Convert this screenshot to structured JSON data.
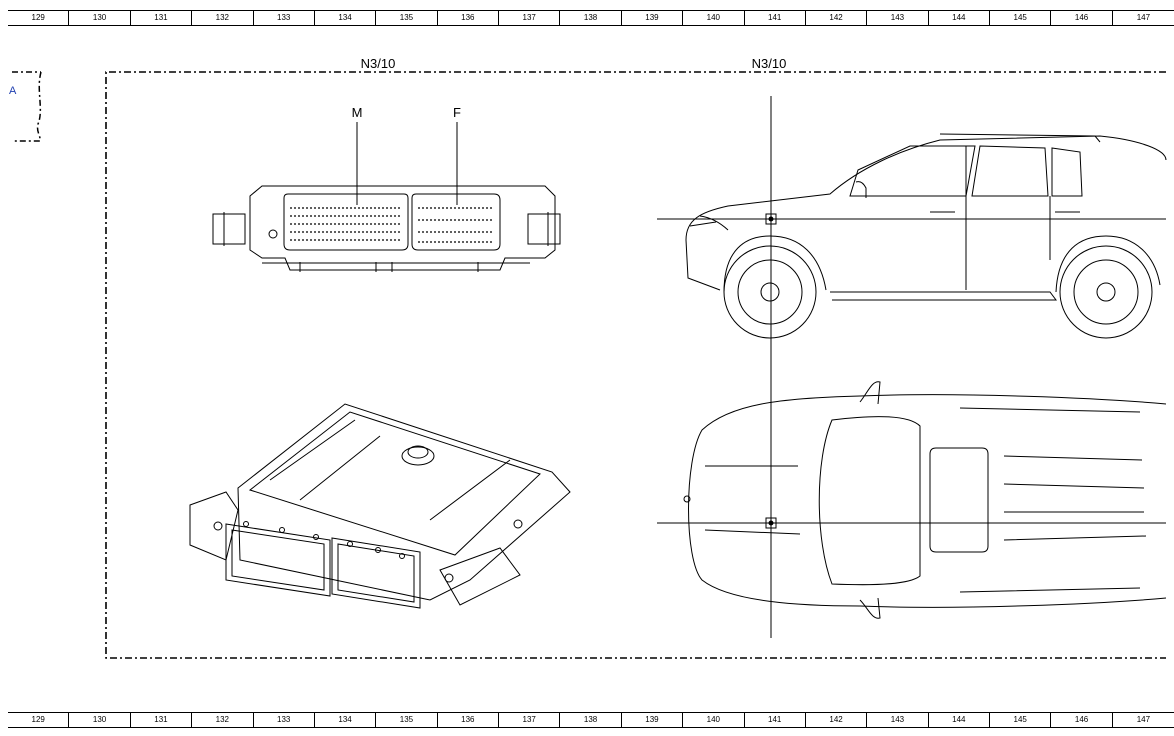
{
  "ruler": {
    "columns": [
      "129",
      "130",
      "131",
      "132",
      "133",
      "134",
      "135",
      "136",
      "137",
      "138",
      "139",
      "140",
      "141",
      "142",
      "143",
      "144",
      "145",
      "146",
      "147"
    ]
  },
  "side_tab": {
    "label": "A"
  },
  "components": {
    "left_label": "N3/10",
    "right_label": "N3/10",
    "connector_m": "M",
    "connector_f": "F"
  },
  "colors": {
    "line": "#000000",
    "side_tab_text": "#1f3fb0"
  }
}
